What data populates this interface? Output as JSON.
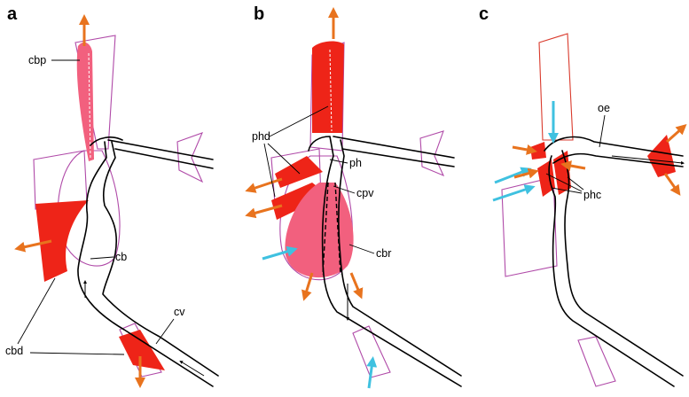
{
  "panels": [
    {
      "letter": "a",
      "labels": {
        "cbp": "cbp",
        "cb": "cb",
        "cbd": "cbd",
        "cv": "cv"
      }
    },
    {
      "letter": "b",
      "labels": {
        "phd": "phd",
        "ph": "ph",
        "cpv": "cpv",
        "cbr": "cbr"
      }
    },
    {
      "letter": "c",
      "labels": {
        "oe": "oe",
        "phc": "phc"
      }
    }
  ],
  "colors": {
    "muscle": "#ee2418",
    "muscle_pink": "#f2607e",
    "outline": "#b04aa8",
    "arrow_orange": "#e8731e",
    "arrow_cyan": "#3fc1e0",
    "tube": "#000000"
  }
}
